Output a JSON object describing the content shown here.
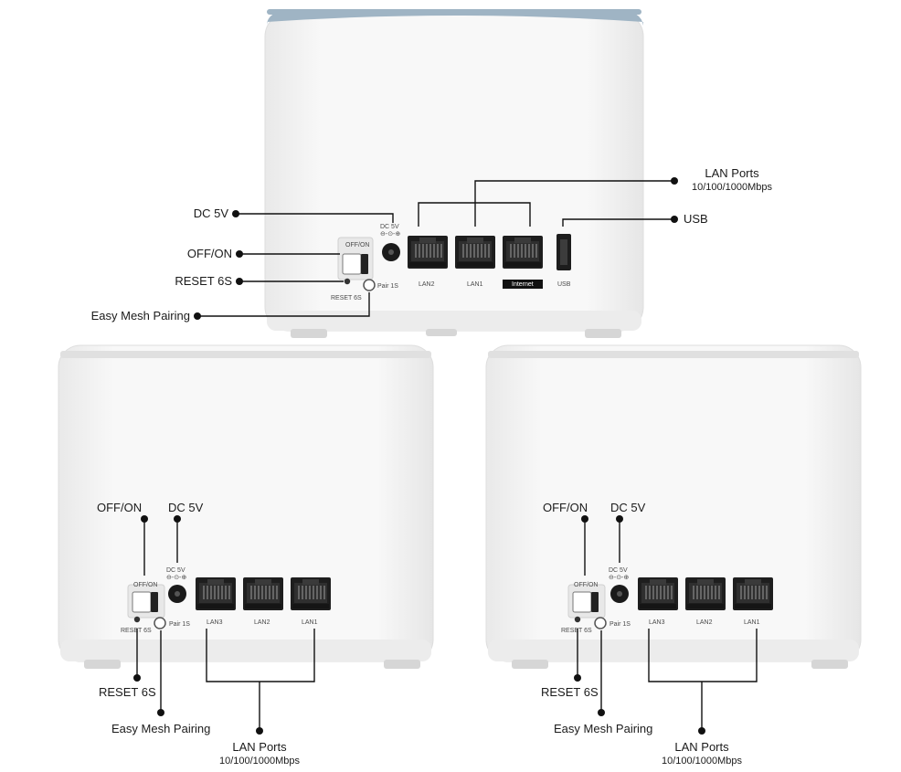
{
  "units": {
    "top": {
      "callouts": {
        "dc": "DC 5V",
        "power": "OFF/ON",
        "reset": "RESET 6S",
        "pair": "Easy Mesh Pairing",
        "lan_title": "LAN Ports",
        "lan_speed": "10/100/1000Mbps",
        "usb": "USB"
      },
      "panel": {
        "dc": "DC 5V",
        "power": "OFF/ON",
        "reset": "RESET 6S",
        "pair": "Pair 1S",
        "ports": [
          "LAN2",
          "LAN1",
          "Internet"
        ],
        "usb": "USB"
      }
    },
    "left": {
      "callouts": {
        "power": "OFF/ON",
        "dc": "DC 5V",
        "reset": "RESET 6S",
        "pair": "Easy Mesh Pairing",
        "lan_title": "LAN Ports",
        "lan_speed": "10/100/1000Mbps"
      },
      "panel": {
        "dc": "DC 5V",
        "power": "OFF/ON",
        "reset": "RESET 6S",
        "pair": "Pair 1S",
        "ports": [
          "LAN3",
          "LAN2",
          "LAN1"
        ]
      }
    },
    "right": {
      "callouts": {
        "power": "OFF/ON",
        "dc": "DC 5V",
        "reset": "RESET 6S",
        "pair": "Easy Mesh Pairing",
        "lan_title": "LAN Ports",
        "lan_speed": "10/100/1000Mbps"
      },
      "panel": {
        "dc": "DC 5V",
        "power": "OFF/ON",
        "reset": "RESET 6S",
        "pair": "Pair 1S",
        "ports": [
          "LAN3",
          "LAN2",
          "LAN1"
        ]
      }
    }
  },
  "colors": {
    "body": "#f6f6f6",
    "body_shade": "#e4e4e4",
    "top_trim": "#9fb4c4",
    "port": "#1e1e1e",
    "line": "#111111"
  }
}
